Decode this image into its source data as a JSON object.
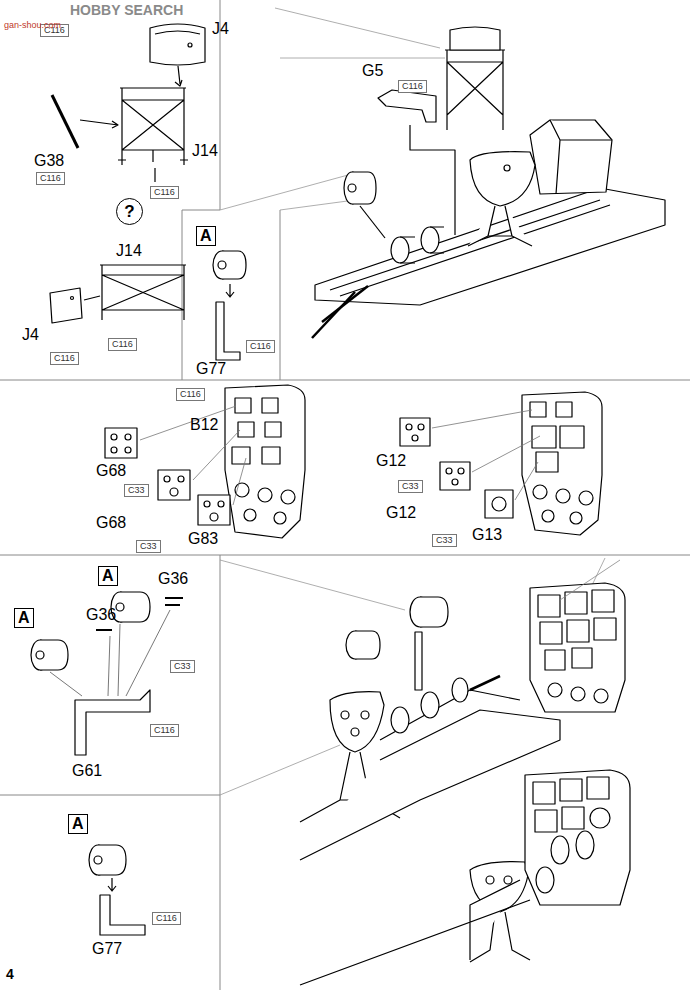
{
  "diagram": {
    "nodes": [
      {
        "text": [
          "C116"
        ]
      },
      {
        "text": [
          "C116"
        ]
      },
      {
        "text": [
          "C116"
        ]
      },
      {
        "text": [
          "?"
        ]
      },
      {
        "text": [
          "C116"
        ]
      },
      {
        "text": [
          "C116"
        ]
      },
      {
        "text": [
          "A"
        ]
      },
      {
        "text": [
          "C116"
        ]
      },
      {
        "text": [
          "C116"
        ]
      },
      {
        "text": [
          "C116"
        ]
      },
      {
        "text": [
          "C33"
        ]
      },
      {
        "text": [
          "C33"
        ]
      },
      {
        "text": [
          "C33"
        ]
      },
      {
        "text": [
          "C33"
        ]
      },
      {
        "text": [
          "A"
        ]
      },
      {
        "text": [
          "A"
        ]
      },
      {
        "text": [
          "C33"
        ]
      },
      {
        "text": [
          "C116"
        ]
      },
      {
        "text": [
          "A"
        ]
      },
      {
        "text": [
          "C116"
        ]
      }
    ],
    "labels": [
      "HOBBY SEARCH",
      "gan-shou.com",
      "J4",
      "G38",
      "J14",
      "J14",
      "J4",
      "G77",
      "G5",
      "B12",
      "G68",
      "G68",
      "G83",
      "G12",
      "G12",
      "G13",
      "G36",
      "G36",
      "G61",
      "G77",
      "4"
    ]
  }
}
